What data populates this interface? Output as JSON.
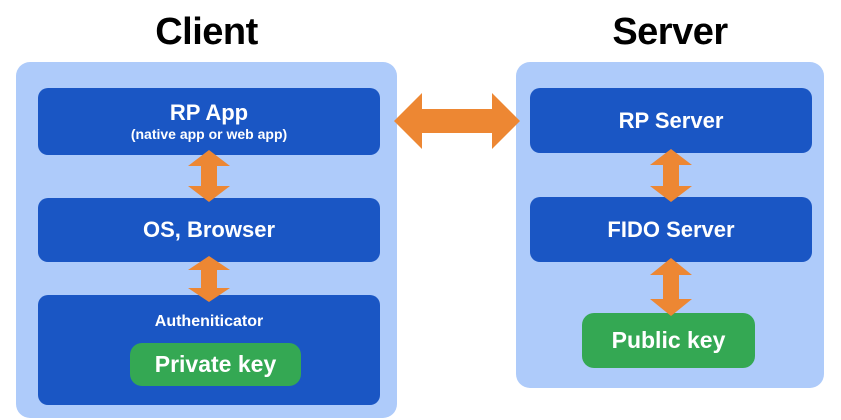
{
  "diagram": {
    "title_client": "Client",
    "title_server": "Server",
    "colors": {
      "panel_background": "#aecbfa",
      "component_box": "#1a56c4",
      "key_chip": "#34a853",
      "arrow": "#ed8733",
      "canvas_background": "#ffffff",
      "title_text": "#000000",
      "box_text": "#ffffff"
    },
    "client": {
      "panel_label": "Client",
      "boxes": [
        {
          "id": "rp-app",
          "title": "RP App",
          "subtitle": "(native app or web app)"
        },
        {
          "id": "os-browser",
          "title": "OS, Browser",
          "subtitle": ""
        },
        {
          "id": "authenticator",
          "title": "Autheniticator",
          "subtitle": ""
        }
      ],
      "chip": {
        "id": "private-key",
        "label": "Private key"
      }
    },
    "server": {
      "panel_label": "Server",
      "boxes": [
        {
          "id": "rp-server",
          "title": "RP Server",
          "subtitle": ""
        },
        {
          "id": "fido-server",
          "title": "FIDO Server",
          "subtitle": ""
        }
      ],
      "chip": {
        "id": "public-key",
        "label": "Public key"
      }
    },
    "arrows": [
      {
        "id": "client-rp-app-to-os-browser",
        "orientation": "vertical",
        "direction": "bidirectional"
      },
      {
        "id": "client-os-browser-to-authenticator",
        "orientation": "vertical",
        "direction": "bidirectional"
      },
      {
        "id": "server-rp-server-to-fido-server",
        "orientation": "vertical",
        "direction": "bidirectional"
      },
      {
        "id": "server-fido-server-to-public-key",
        "orientation": "vertical",
        "direction": "bidirectional"
      },
      {
        "id": "client-to-server",
        "orientation": "horizontal",
        "direction": "bidirectional"
      }
    ]
  }
}
